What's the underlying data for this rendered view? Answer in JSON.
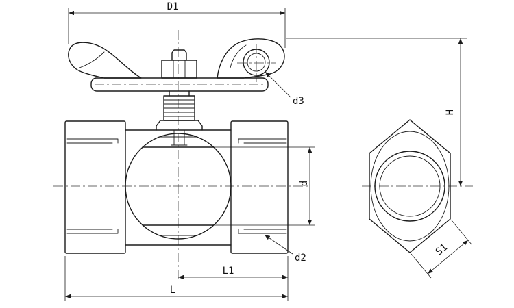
{
  "drawing": {
    "labels": {
      "d1": "D1",
      "d3": "d3",
      "h": "H",
      "d": "d",
      "d2": "d2",
      "s1": "S1",
      "l1": "L1",
      "l": "L"
    },
    "colors": {
      "background": "#ffffff",
      "line": "#1b1b1b"
    }
  }
}
